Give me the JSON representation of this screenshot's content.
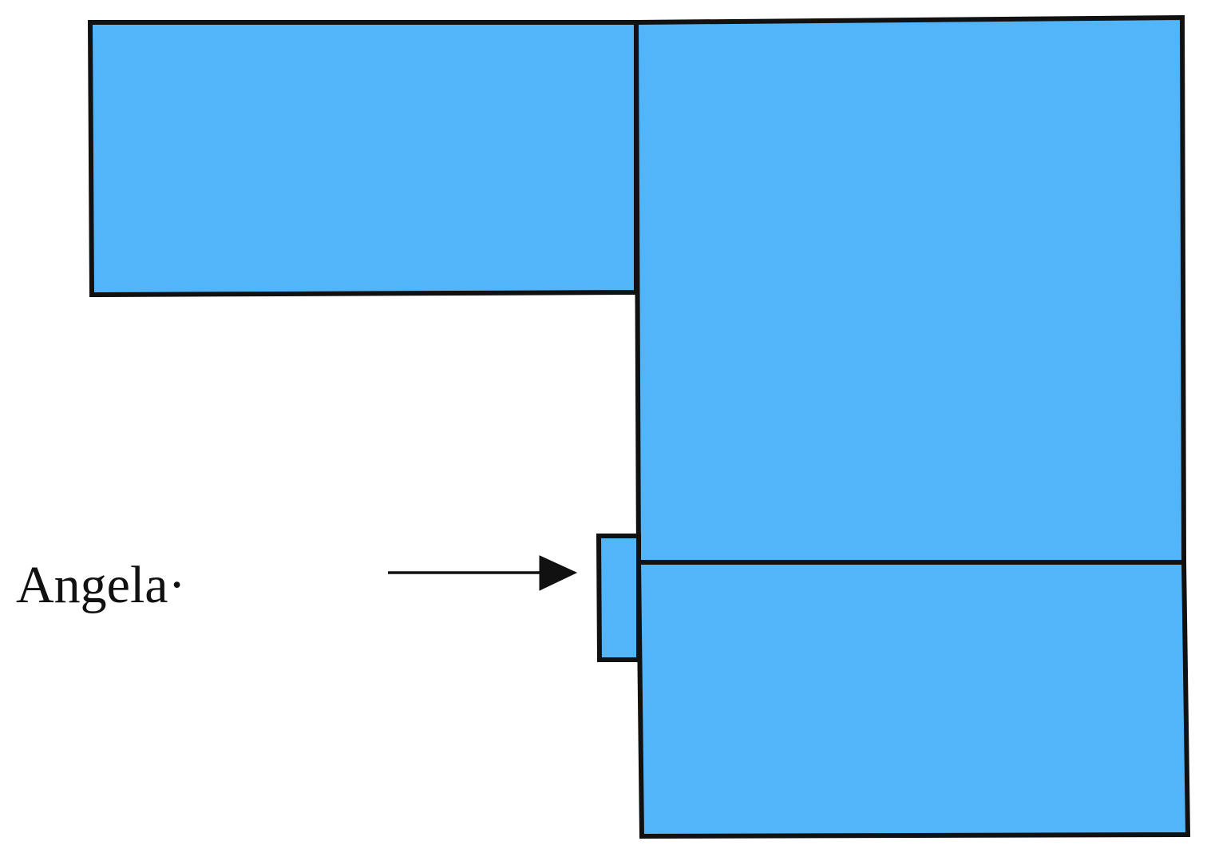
{
  "colors": {
    "fill": "#53b5f9",
    "stroke": "#111111",
    "background": "#ffffff"
  },
  "shapes": [
    {
      "name": "upper-left-block"
    },
    {
      "name": "upper-right-block"
    },
    {
      "name": "lower-right-block"
    },
    {
      "name": "small-side-block"
    }
  ],
  "annotation": {
    "label": "Angela·",
    "arrow": "arrow-right-icon"
  }
}
